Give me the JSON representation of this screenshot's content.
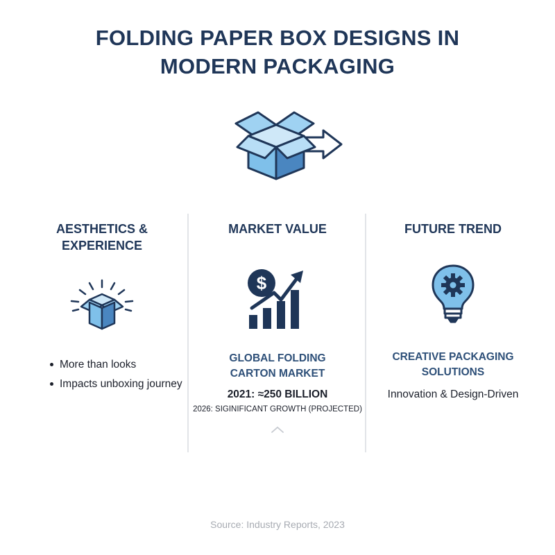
{
  "title_line1": "FOLDING PAPER BOX DESIGNS IN",
  "title_line2": "MODERN PACKAGING",
  "columns": {
    "aesthetics": {
      "heading_line1": "AESTHETICS &",
      "heading_line2": "EXPERIENCE",
      "icon": "sparkling-box-icon",
      "bullets": [
        "More than looks",
        "Impacts unboxing journey"
      ]
    },
    "market": {
      "heading": "MARKET VALUE",
      "icon": "dollar-growth-chart-icon",
      "sub_line1": "GLOBAL FOLDING",
      "sub_line2": "CARTON MARKET",
      "value_2021": "2021: ≈250 BILLION",
      "value_2026": "2026: SIGINIFICANT GROWTH (PROJECTED)"
    },
    "future": {
      "heading": "FUTURE TREND",
      "icon": "lightbulb-gear-icon",
      "sub_line1": "CREATIVE PACKAGING",
      "sub_line2": "SOLUTIONS",
      "desc": "Innovation & Design-Driven"
    }
  },
  "source": "Source: Industry Reports, 2023",
  "colors": {
    "title": "#1f3658",
    "accent_light": "#7fc0ea",
    "accent_dark": "#4a86c0",
    "outline": "#1f3658",
    "divider": "#e2e4e8"
  }
}
